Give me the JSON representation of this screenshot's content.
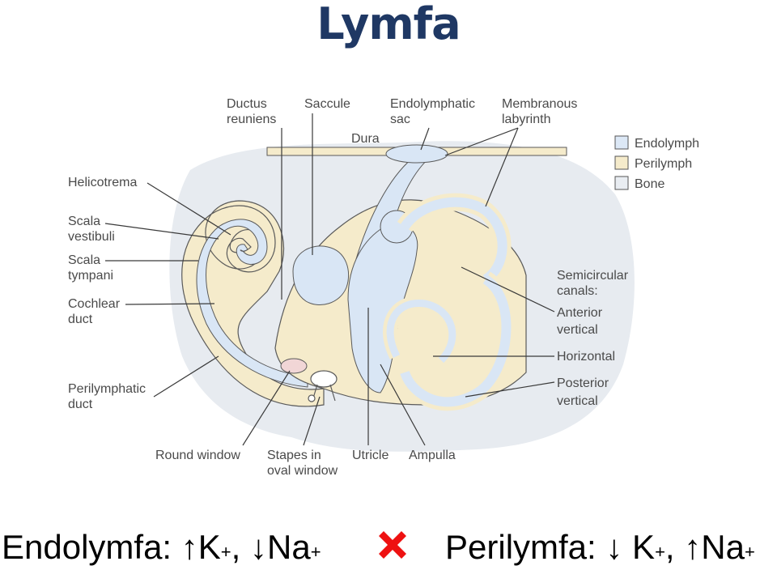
{
  "title": "Lymfa",
  "diagram": {
    "labels": {
      "ductus_reuniens": [
        "Ductus",
        "reuniens"
      ],
      "saccule": "Saccule",
      "dura": "Dura",
      "endolymphatic_sac": [
        "Endolymphatic",
        "sac"
      ],
      "membranous_labyrinth": [
        "Membranous",
        "labyrinth"
      ],
      "helicotrema": "Helicotrema",
      "scala_vestibuli": [
        "Scala",
        "vestibuli"
      ],
      "scala_tympani": [
        "Scala",
        "tympani"
      ],
      "cochlear_duct": [
        "Cochlear",
        "duct"
      ],
      "perilymphatic_duct": [
        "Perilymphatic",
        "duct"
      ],
      "round_window": "Round window",
      "stapes": [
        "Stapes in",
        "oval window"
      ],
      "utricle": "Utricle",
      "ampulla": "Ampulla",
      "semicircular_canals": [
        "Semicircular",
        "canals:"
      ],
      "anterior_vertical": [
        "Anterior",
        "vertical"
      ],
      "horizontal": "Horizontal",
      "posterior_vertical": [
        "Posterior",
        "vertical"
      ]
    },
    "legend": [
      {
        "label": "Endolymph",
        "color": "#dce8f6"
      },
      {
        "label": "Perilymph",
        "color": "#f5ebcb"
      },
      {
        "label": "Bone",
        "color": "#e9edf2"
      }
    ],
    "colors": {
      "bone": "#e7ebf0",
      "perilymph": "#f5ebcb",
      "endolymph": "#d9e6f5",
      "outline": "#5a5a5a"
    }
  },
  "bottom": {
    "endo_label": "Endolymfa:",
    "endo_k": "↑K",
    "endo_na": "↓Na",
    "peri_label": "Perilymfa:",
    "peri_k": "↓ K",
    "peri_na": "↑Na",
    "plus": "+",
    "sep": ",",
    "cross_color": "#ee1111",
    "cross_icon": "heavy-multiplication-x"
  }
}
